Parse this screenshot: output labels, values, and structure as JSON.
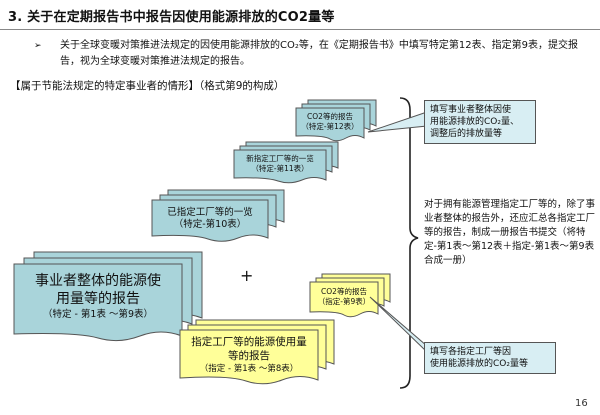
{
  "title": "3. 关于在定期报告书中报告因使用能源排放的CO2量等",
  "bullet": {
    "mark": "➢",
    "text": "关于全球变暖对策推进法规定的因使用能源排放的CO₂等，在《定期报告书》中填写特定第12表、指定第9表，提交报告，视为全球变暖对策推进法规定的报告。"
  },
  "section_label": "【属于节能法规定的特定事业者的情形】（格式第9的构成）",
  "docs": {
    "form12": {
      "line1": "CO2等的报告",
      "line2": "（特定-第12表）"
    },
    "form11": {
      "line1": "新指定工厂等的一览",
      "line2": "（特定-第11表）"
    },
    "form10": {
      "line1": "已指定工厂等的一览",
      "line2": "（特定-第10表）"
    },
    "business": {
      "line1": "事业者整体的能源使",
      "line2": "用量等的报告",
      "line3": "（特定 - 第1表 ～第9表）"
    },
    "designated_co2": {
      "line1": "CO2等的报告",
      "line2": "（指定-第9表）"
    },
    "designated_energy": {
      "line1": "指定工厂等的能源使用量",
      "line2": "等的报告",
      "line3": "（指定 - 第1表 ～第8表）"
    }
  },
  "callouts": {
    "top": {
      "line1": "填写事业者整体因使",
      "line2": "用能源排放的CO₂量、",
      "line3": "调整后的排放量等"
    },
    "bottom": {
      "line1": "填写各指定工厂等因",
      "line2": "使用能源排放的CO₂量等"
    }
  },
  "plus_sign": "+",
  "side_note": "对于拥有能源管理指定工厂等的，除了事业者整体的报告外，还应汇总各指定工厂等的报告，制成一册报告书提交（将特定-第1表～第12表＋指定-第1表～第9表合成一册）",
  "page_number": "16",
  "colors": {
    "blue_doc": "#a9d4da",
    "yellow_doc": "#ffff99",
    "callout": "#d8eef3"
  }
}
